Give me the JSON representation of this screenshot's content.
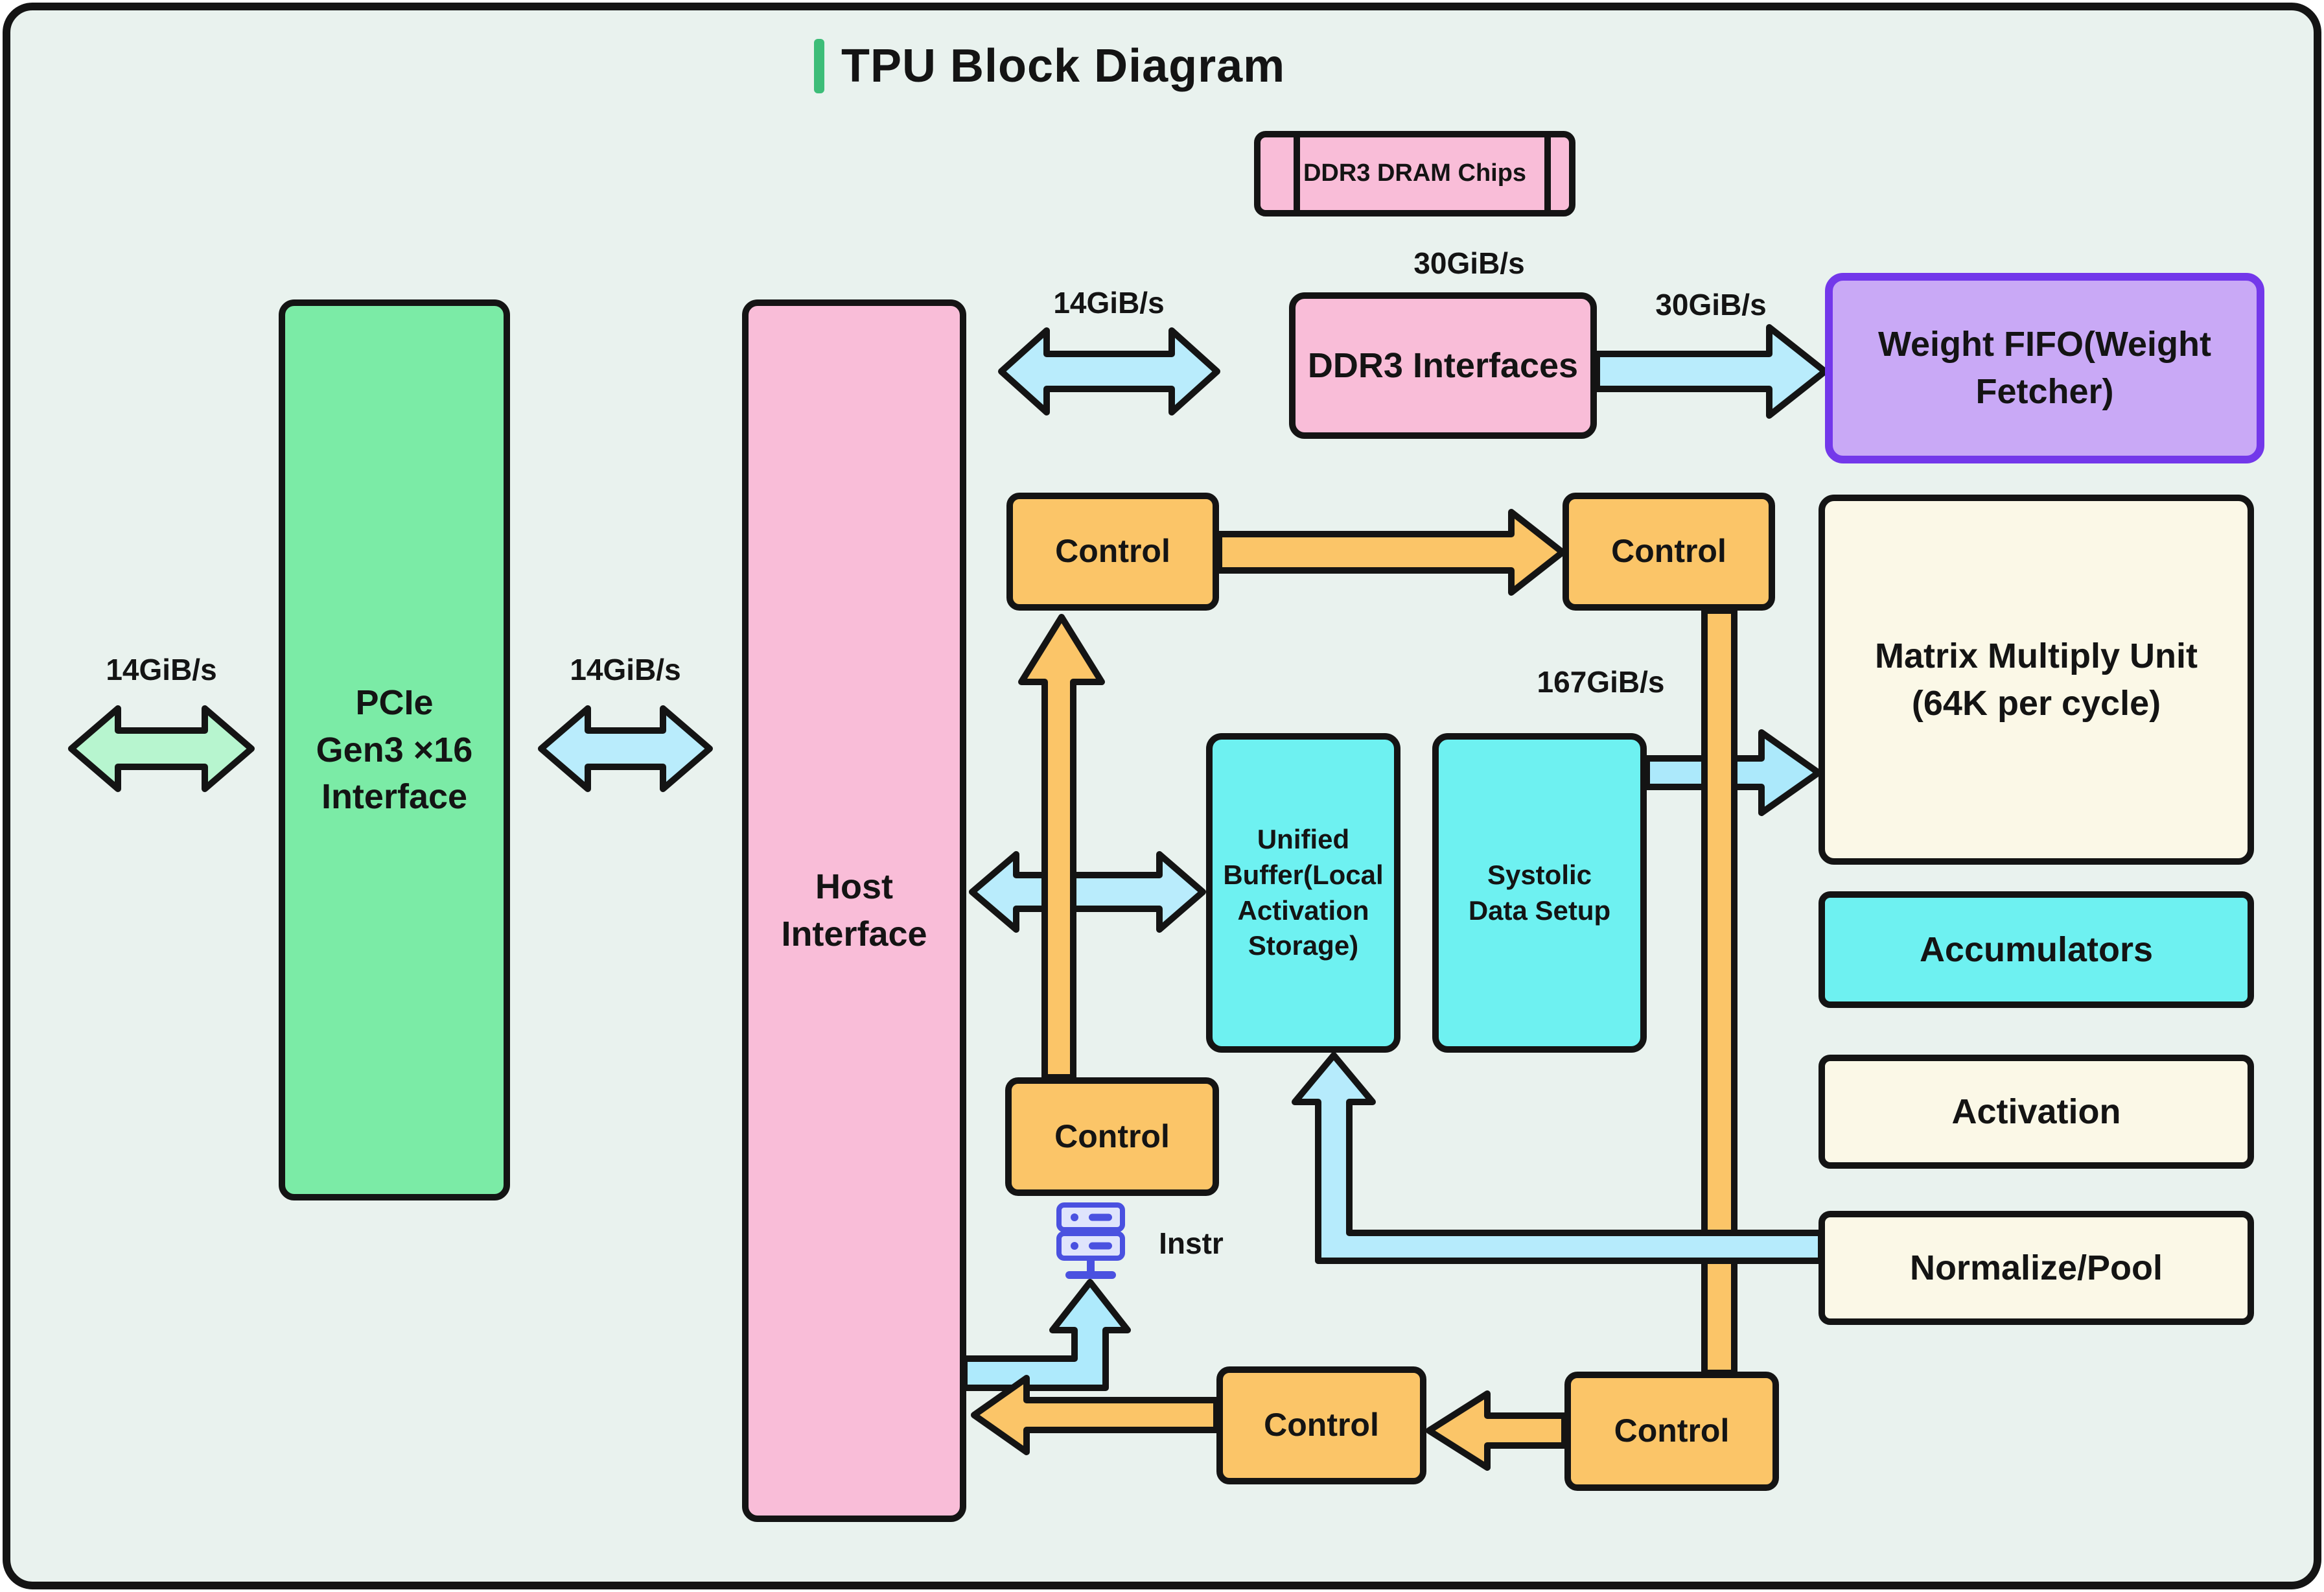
{
  "title": {
    "text": "TPU Block Diagram"
  },
  "colors": {
    "background": "#e9f2ee",
    "outline": "#141414",
    "pink_box": "#f9bdd8",
    "green_box": "#7beba6",
    "cyan_box": "#6ef1f1",
    "cream_box": "#fbf8e7",
    "orange_box": "#fbc568",
    "purple_fill": "#c9a9f6",
    "purple_border": "#7338ea",
    "green_arrow": "#b7f5cf",
    "blue_arrow": "#b9ecfc",
    "title_accent": "#3dbd78",
    "instr_icon_blue": "#4a51e0"
  },
  "labels": {
    "control": "Control",
    "instr": "Instr",
    "rate_14": "14GiB/s",
    "rate_30": "30GiB/s",
    "rate_167": "167GiB/s"
  },
  "nodes": {
    "pcie": {
      "lines": [
        "PCIe",
        "Gen3 ×16",
        "Interface"
      ]
    },
    "host_interface": {
      "lines": [
        "Host",
        "Interface"
      ]
    },
    "ddr3_dram_chips": {
      "label": "DDR3 DRAM Chips"
    },
    "ddr3_interfaces": {
      "label": "DDR3 Interfaces"
    },
    "weight_fifo": {
      "lines": [
        "Weight FIFO(Weight",
        "Fetcher)"
      ]
    },
    "matrix_multiply_unit": {
      "lines": [
        "Matrix Multiply Unit",
        "(64K per cycle)"
      ]
    },
    "accumulators": {
      "label": "Accumulators"
    },
    "activation": {
      "label": "Activation"
    },
    "normalize_pool": {
      "label": "Normalize/Pool"
    },
    "unified_buffer": {
      "lines": [
        "Unified",
        "Buffer(Local",
        "Activation",
        "Storage)"
      ]
    },
    "systolic_data_setup": {
      "lines": [
        "Systolic",
        "Data Setup"
      ]
    }
  }
}
